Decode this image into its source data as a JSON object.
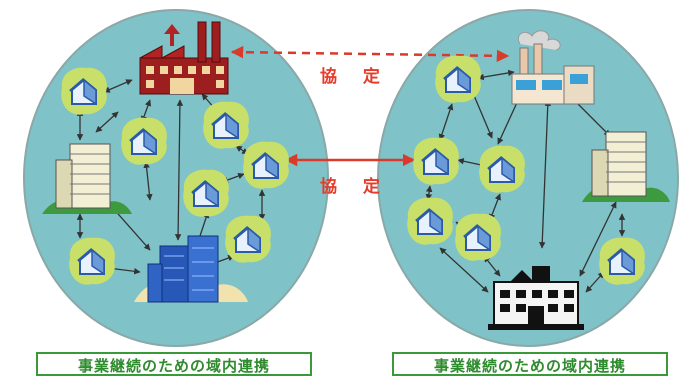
{
  "agreement_top": "協 定",
  "agreement_middle": "協 定",
  "left_area": {
    "caption": "事業継続のための域内連携",
    "fill_color": "#7fc3c8",
    "nodes": [
      "factory-icon",
      "house-icon",
      "apartment-building-icon",
      "office-building-icon"
    ]
  },
  "right_area": {
    "caption": "事業継続のための域内連携",
    "fill_color": "#7fc3c8",
    "nodes": [
      "factory-icon",
      "house-icon",
      "apartment-building-icon",
      "hospital-building-icon"
    ]
  },
  "colors": {
    "agreement": "#e53b2a",
    "caption_border": "#3a9a3a",
    "house_blob": "#c8e06a",
    "house_outline": "#2a5aa8"
  }
}
